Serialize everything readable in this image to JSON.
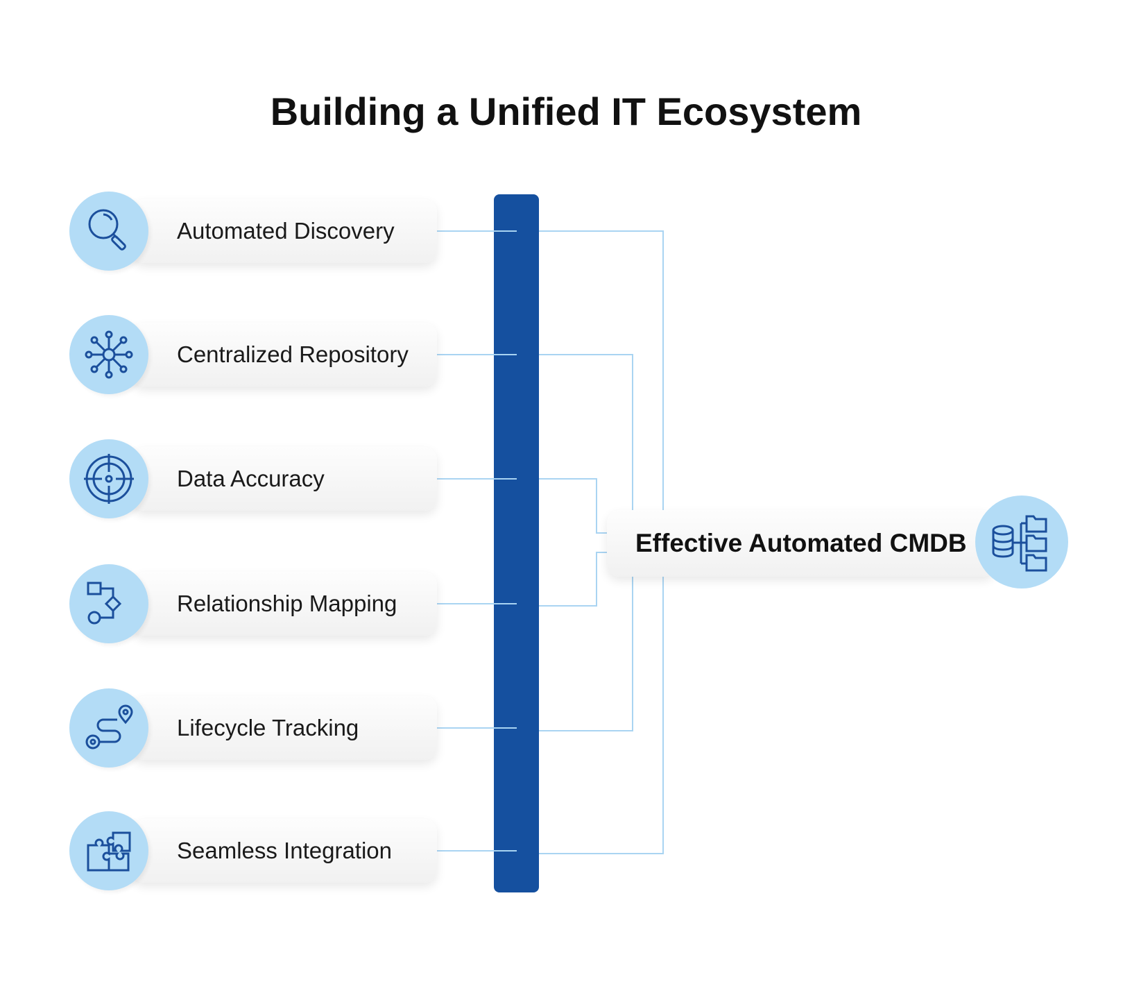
{
  "title": "Building a Unified IT Ecosystem",
  "items": [
    {
      "label": "Automated Discovery",
      "icon": "magnifier-icon"
    },
    {
      "label": "Centralized Repository",
      "icon": "network-hub-icon"
    },
    {
      "label": "Data Accuracy",
      "icon": "target-icon"
    },
    {
      "label": "Relationship Mapping",
      "icon": "flow-mapping-icon"
    },
    {
      "label": "Lifecycle Tracking",
      "icon": "route-tracking-icon"
    },
    {
      "label": "Seamless Integration",
      "icon": "puzzle-icon"
    }
  ],
  "result": {
    "label": "Effective Automated CMDB",
    "icon": "database-folders-icon"
  },
  "colors": {
    "bar": "#15509f",
    "circle": "#b3dcf6",
    "line": "#a9d4f2",
    "icon": "#1b4f9c"
  }
}
